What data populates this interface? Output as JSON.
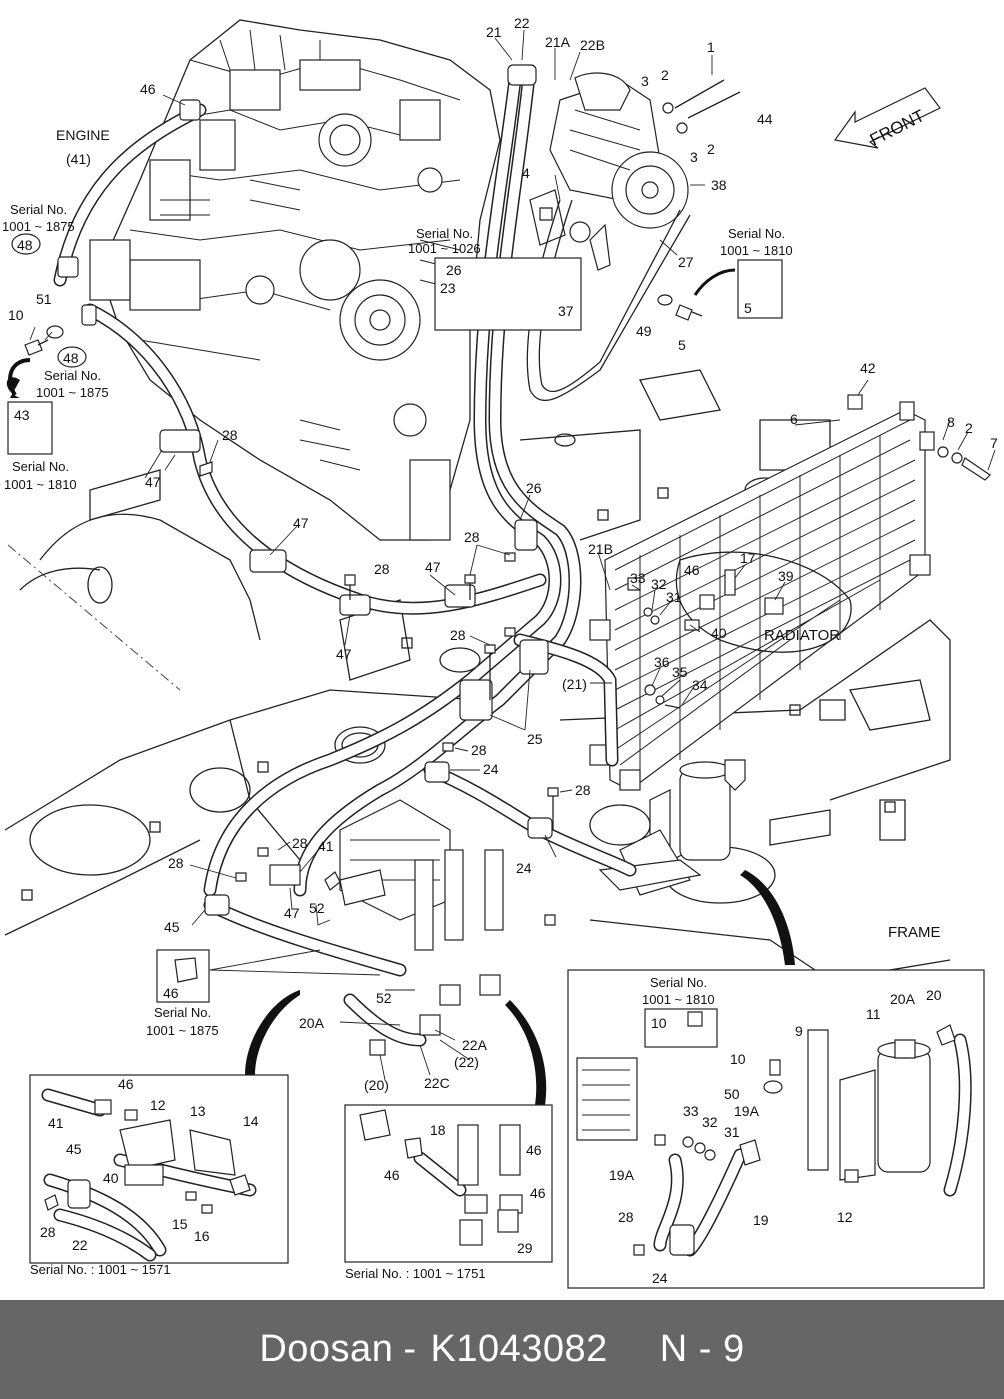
{
  "footer": {
    "brand": "Doosan",
    "separator": "-",
    "part_number": "K1043082",
    "page": "N - 9"
  },
  "diagram": {
    "main_labels": [
      "ENGINE",
      "(41)",
      "RADIATOR",
      "FRAME",
      "FRONT"
    ],
    "serial_notes": {
      "s1875_top": "Serial No.\n1001 ~ 1875",
      "s1026": "Serial No.\n1001 ~ 1026",
      "s1810_right": "Serial No.\n1001 ~ 1810",
      "s1875_mid": "Serial No.\n1001 ~ 1875",
      "s1810_left": "Serial No.\n1001 ~ 1810",
      "s1875_bottom": "Serial No.\n1001 ~ 1875",
      "s1810_inset": "Serial No.\n1001 ~ 1810"
    },
    "inset_captions": {
      "left": "Serial No. : 1001 ~ 1571",
      "middle": "Serial No. : 1001 ~ 1751"
    },
    "callouts": [
      "1",
      "2",
      "3",
      "4",
      "5",
      "6",
      "7",
      "8",
      "10",
      "12",
      "13",
      "14",
      "15",
      "16",
      "17",
      "18",
      "19",
      "19A",
      "20",
      "20A",
      "21",
      "21A",
      "21B",
      "22",
      "22A",
      "22B",
      "22C",
      "23",
      "24",
      "25",
      "26",
      "27",
      "28",
      "29",
      "31",
      "32",
      "33",
      "34",
      "35",
      "36",
      "37",
      "38",
      "39",
      "40",
      "41",
      "42",
      "43",
      "44",
      "45",
      "46",
      "47",
      "48",
      "49",
      "50",
      "51",
      "52",
      "(20)",
      "(21)",
      "(22)"
    ]
  }
}
